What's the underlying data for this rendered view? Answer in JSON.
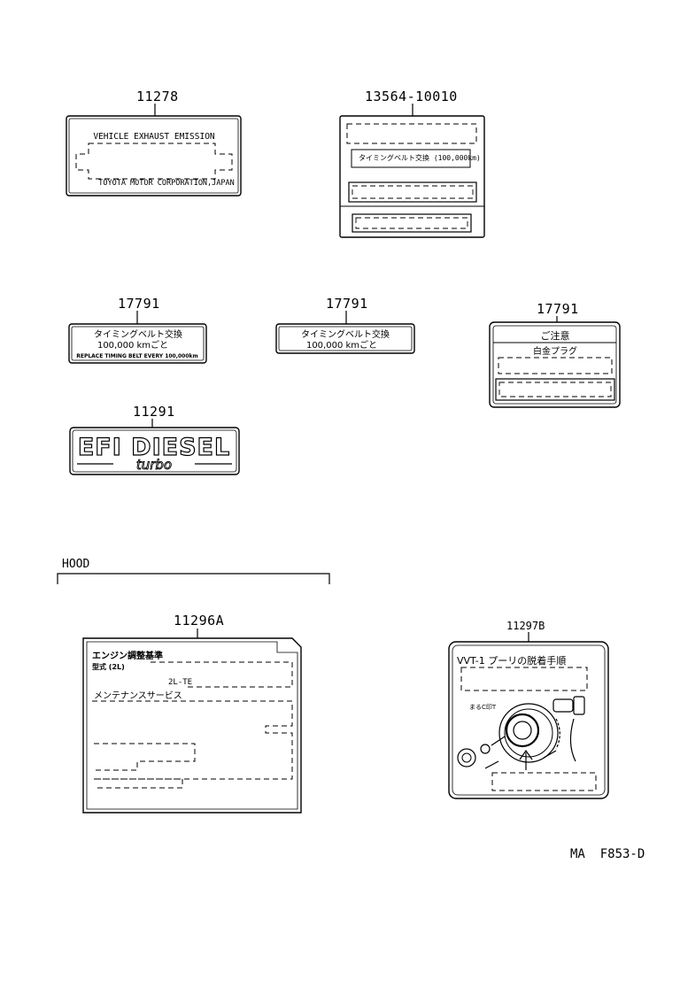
{
  "parts": {
    "p11278": {
      "number": "11278",
      "line1": "VEHICLE EXHAUST EMISSION",
      "line2": "TOYOTA MOTOR CORPORATION,JAPAN"
    },
    "p13564": {
      "number": "13564-10010",
      "line1": "タイミングベルト交換 (100,000km)"
    },
    "p17791a": {
      "number": "17791",
      "line1": "タイミングベルト交換",
      "line2": "100,000 kmごと",
      "line3": "REPLACE TIMING BELT EVERY 100,000km"
    },
    "p17791b": {
      "number": "17791",
      "line1": "タイミングベルト交換",
      "line2": "100,000 kmごと"
    },
    "p17791c": {
      "number": "17791",
      "line1": "ご注意",
      "line2": "白金プラグ"
    },
    "p11291": {
      "number": "11291",
      "logo_text": "EFI DIESEL",
      "sub_text": "turbo"
    },
    "p11296A": {
      "number": "11296A",
      "line1": "エンジン調整基準",
      "line2": "型式 (2L)",
      "line3": "2L-TE",
      "line4": "メンテナンスサービス"
    },
    "p11297B": {
      "number": "11297B",
      "line1": "VVT-1 プーリの脱着手順"
    }
  },
  "hood_label": "HOOD",
  "footer_code": "MA  F853-D"
}
